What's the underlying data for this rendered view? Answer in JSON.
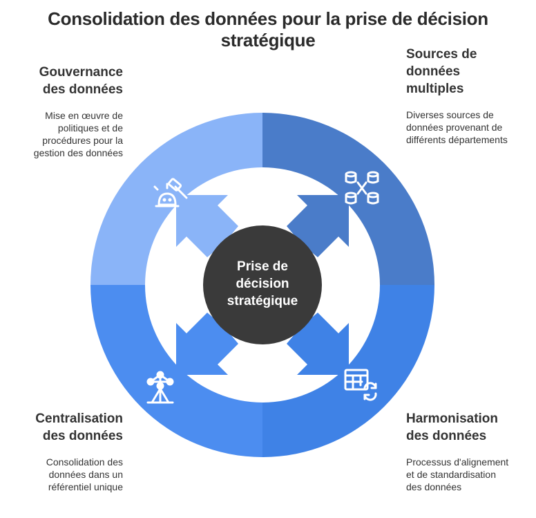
{
  "title": "Consolidation des données pour la prise de décision stratégique",
  "center": {
    "label": "Prise de décision stratégique"
  },
  "quadrants": [
    {
      "id": "gouvernance",
      "title": "Gouvernance des données",
      "description": "Mise en œuvre de politiques et de procédures pour la gestion des données",
      "color": "#8ab4f8",
      "icon": "gavel-icon"
    },
    {
      "id": "sources",
      "title": "Sources de données multiples",
      "description": "Diverses sources de données provenant de différents départements",
      "color": "#4a7cc9",
      "icon": "database-merge-icon"
    },
    {
      "id": "harmonisation",
      "title": "Harmonisation des données",
      "description": "Processus d'alignement et de standardisation des données",
      "color": "#3f82e6",
      "icon": "table-sync-icon"
    },
    {
      "id": "centralisation",
      "title": "Centralisation des données",
      "description": "Consolidation des données dans un référentiel unique",
      "color": "#4c8df0",
      "icon": "atomium-icon"
    }
  ],
  "colors": {
    "center": "#3a3a3a",
    "background": "#ffffff"
  }
}
